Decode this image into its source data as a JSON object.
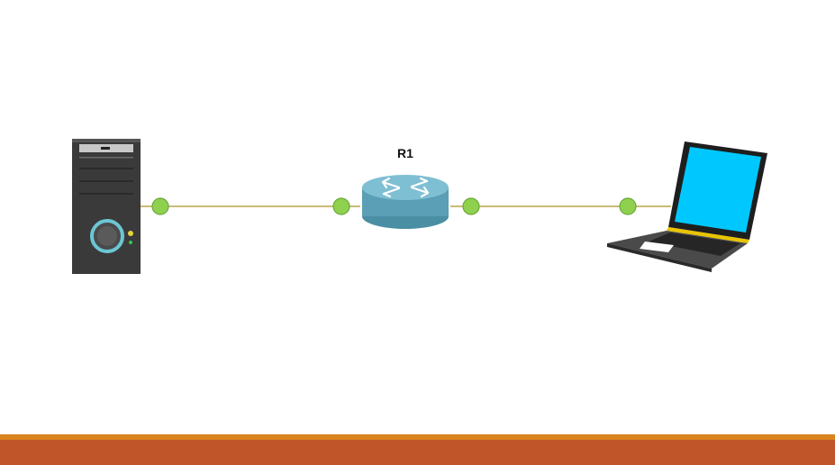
{
  "diagram": {
    "router": {
      "label": "R1",
      "icon": "router-icon"
    },
    "server": {
      "icon": "server-tower-icon"
    },
    "laptop": {
      "icon": "laptop-icon"
    },
    "links": [
      {
        "from": "server",
        "to": "router"
      },
      {
        "from": "router",
        "to": "laptop"
      }
    ]
  },
  "colors": {
    "background": "#ffffff",
    "link_line": "#b8a548",
    "port_dot": "#8fd14f",
    "port_dot_border": "#6aa83a",
    "router_body": "#5a9fb5",
    "router_top": "#7fbfd3",
    "server_body": "#3a3a3a",
    "server_ring": "#6cc6d4",
    "laptop_screen": "#00c8ff",
    "laptop_body": "#3b3b3b",
    "footer_top": "#d9841f",
    "footer_band": "#bf5528"
  }
}
